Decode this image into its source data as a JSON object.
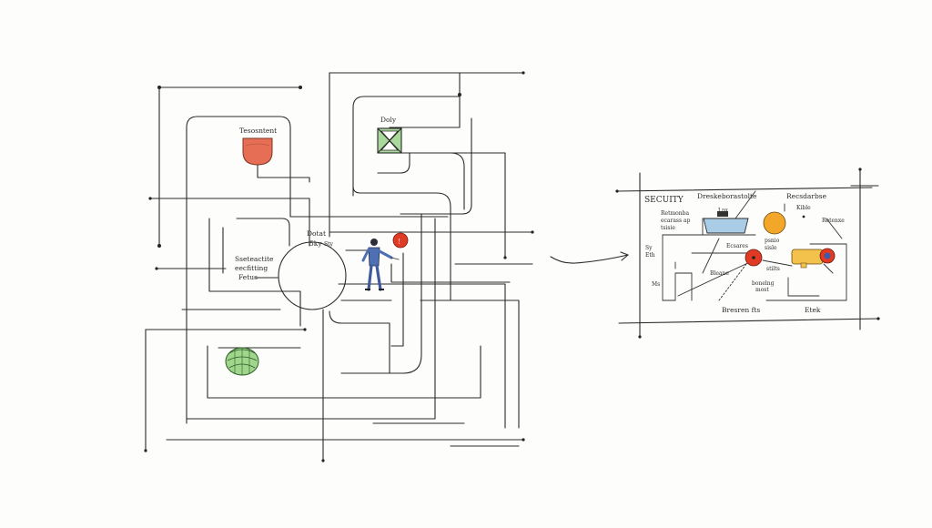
{
  "colors": {
    "ink": "#2a2a2a",
    "shield_fill": "#e56e55",
    "valve_fill": "#a8d89a",
    "coil_fill": "#9fd68c",
    "person_body": "#4f6fb3",
    "alarm_red": "#e03a24",
    "panel_blue": "#a9cde6",
    "panel_orange": "#f2a62a",
    "panel_yellow": "#f3c24c"
  },
  "maze": {
    "shield_label": "Tesosntent",
    "valve_label": "Doly",
    "hub_label_1": "Dotat",
    "hub_label_2": "5ky",
    "hub_label_3": "Sty",
    "left_label_1": "Sseteactite",
    "left_label_2": "eecfitting",
    "left_label_3": "Fetus",
    "alarm_mark": "!"
  },
  "panel": {
    "title": "SECUITY",
    "top_label_1": "Dreskeborastolte",
    "top_label_2": "Recsdarbse",
    "orange_note": "Kible",
    "right_note": "Retenxe",
    "blue_tag": "Lrq",
    "note_left_1": "Retmonba",
    "note_left_2": "ecarass ap",
    "note_left_3": "tsisie",
    "side_1": "Sy",
    "side_2": "Eth",
    "side_3": "Ms",
    "mid_label": "Ecsares",
    "red_note_1": "psnio",
    "red_note_2": "sisle",
    "lower_note_1": "Bleane",
    "lower_note_2": "stilts",
    "lower_note_3": "bonelng",
    "lower_note_4": "most",
    "bottom_1": "Bresren fts",
    "bottom_2": "Etek"
  }
}
